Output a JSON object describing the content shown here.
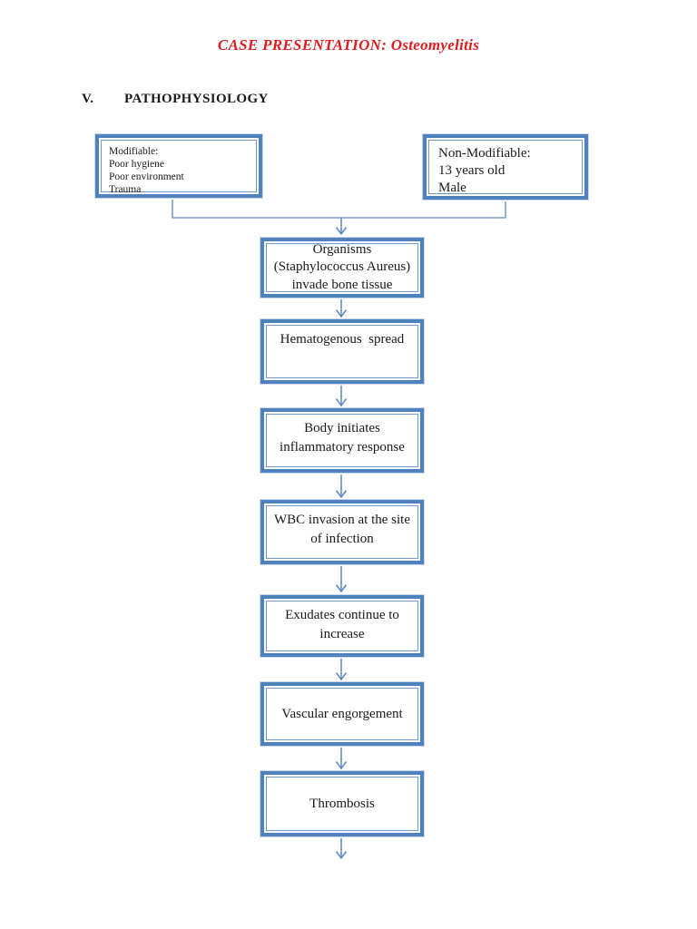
{
  "header": {
    "title": "CASE PRESENTATION: Osteomyelitis",
    "section_number": "V.",
    "section_title": "PATHOPHYSIOLOGY"
  },
  "factors": {
    "modifiable": {
      "lines": [
        "Modifiable:",
        "Poor hygiene",
        "Poor environment",
        "Trauma"
      ]
    },
    "non_modifiable": {
      "lines": [
        "Non-Modifiable:",
        "13 years old",
        "Male"
      ]
    }
  },
  "flow_steps": [
    {
      "lines": [
        "Organisms",
        "(Staphylococcus Aureus)",
        "invade bone tissue"
      ]
    },
    {
      "lines": [
        "Hematogenous  spread"
      ]
    },
    {
      "lines": [
        "Body initiates",
        "inflammatory response"
      ]
    },
    {
      "lines": [
        "WBC invasion at the site",
        "of infection"
      ]
    },
    {
      "lines": [
        "Exudates continue to",
        "increase"
      ]
    },
    {
      "lines": [
        "Vascular engorgement"
      ]
    },
    {
      "lines": [
        "Thrombosis"
      ]
    }
  ],
  "colors": {
    "title_red": "#e01b1d",
    "box_border_blue": "#4f81bd",
    "box_inner_line_blue": "#7399c9",
    "connector_blue": "#5b87c1",
    "text": "#1a1a1a"
  }
}
